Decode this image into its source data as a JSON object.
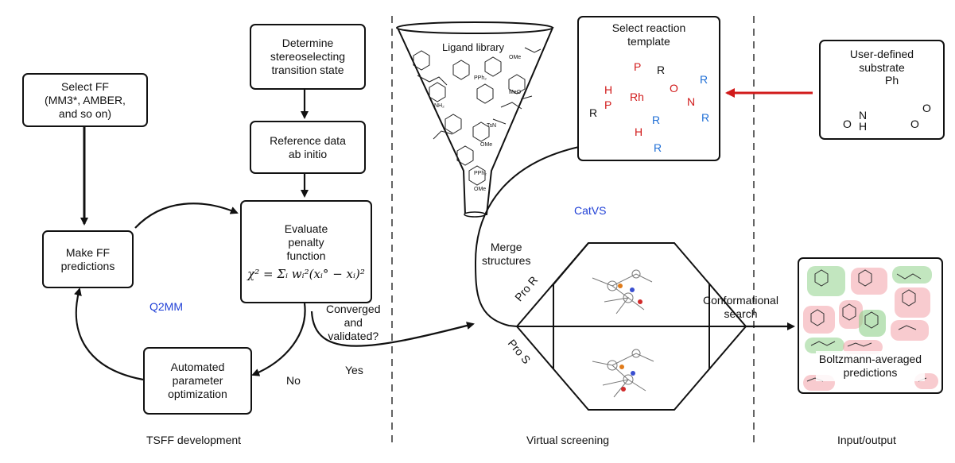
{
  "q2mm": {
    "select_ff": [
      "Select FF",
      "(MM3*, AMBER,",
      "and so on)"
    ],
    "make_ff": [
      "Make FF",
      "predictions"
    ],
    "determine": [
      "Determine",
      "stereoselecting",
      "transition state"
    ],
    "reference": [
      "Reference data",
      "ab initio"
    ],
    "evaluate": [
      "Evaluate",
      "penalty",
      "function"
    ],
    "penalty_formula": "χ² = Σᵢ wᵢ²(xᵢ° − xᵢ)²",
    "automated": [
      "Automated",
      "parameter",
      "optimization"
    ],
    "label": "Q2MM",
    "converged": [
      "Converged",
      "and",
      "validated?"
    ],
    "no": "No",
    "yes": "Yes"
  },
  "screening": {
    "ligand_library": "Ligand library",
    "catvs": "CatVS",
    "merge": [
      "Merge",
      "structures"
    ],
    "pro_r": "Pro R",
    "pro_s": "Pro S",
    "conformational": [
      "Conformational",
      "search"
    ]
  },
  "template": {
    "title": [
      "Select reaction",
      "template"
    ],
    "atoms": {
      "rh": "Rh",
      "p": "P",
      "h": "H",
      "n": "N",
      "o": "O",
      "r": "R"
    }
  },
  "substrate": {
    "title": [
      "User-defined",
      "substrate"
    ],
    "atoms": {
      "ph": "Ph",
      "n": "N",
      "h": "H",
      "o": "O"
    }
  },
  "output": {
    "boltzmann": [
      "Boltzmann-averaged",
      "predictions"
    ]
  },
  "sections": {
    "tsff": "TSFF development",
    "virtual": "Virtual screening",
    "io": "Input/output"
  },
  "colors": {
    "accent_blue": "#1f3fd6",
    "arrow_red": "#d11a1a",
    "highlight_green": "#8fd18b",
    "highlight_pink": "#f2a0a8"
  }
}
